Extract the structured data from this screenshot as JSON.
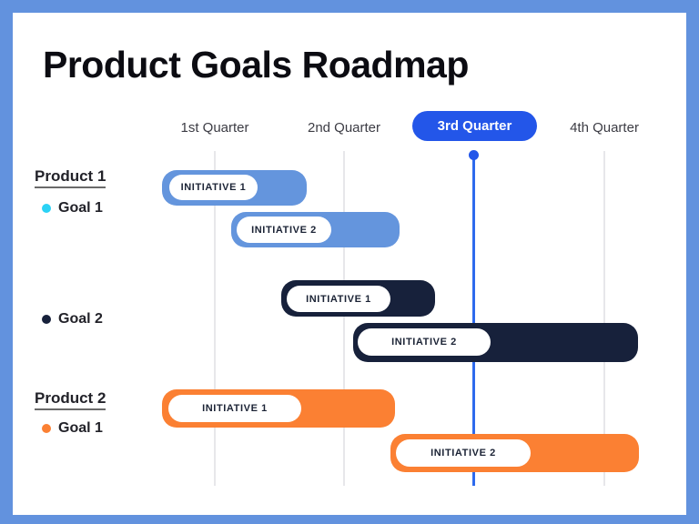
{
  "slide": {
    "title": "Product Goals Roadmap"
  },
  "colors": {
    "frame": "#6292DE",
    "active_pill": "#2356E9",
    "marker_line": "#2E6AED",
    "gridline": "#E7E7EA",
    "light_blue_bar": "#6495DD",
    "navy_bar": "#17213B",
    "orange_bar": "#FB8033",
    "cyan_dot": "#2BD2F5"
  },
  "timeline": {
    "quarter_labels": [
      "1st Quarter",
      "2nd Quarter",
      "3rd Quarter",
      "4th Quarter"
    ],
    "active_quarter": "3rd Quarter",
    "active_quarter_index": 2
  },
  "products": [
    {
      "name": "Product 1",
      "goals": [
        {
          "label": "Goal 1",
          "dot_color": "#2BD2F5"
        },
        {
          "label": "Goal 2",
          "dot_color": "#17213B"
        }
      ]
    },
    {
      "name": "Product 2",
      "goals": [
        {
          "label": "Goal 1",
          "dot_color": "#FB8033"
        }
      ]
    }
  ],
  "chart_data": {
    "type": "bar",
    "subtype": "gantt-roadmap",
    "title": "Product Goals Roadmap",
    "x_axis": {
      "unit": "quarter",
      "categories": [
        "1st Quarter",
        "2nd Quarter",
        "3rd Quarter",
        "4th Quarter"
      ],
      "range_quarters": [
        0,
        4
      ],
      "grid": true
    },
    "current_period_marker": {
      "label": "3rd Quarter",
      "position_quarters": 2.5
    },
    "legend_position": "left",
    "rows": [
      {
        "product": "Product 1",
        "goal": "Goal 1",
        "label": "INITIATIVE 1",
        "start_quarter": 0.09,
        "end_quarter": 1.21,
        "color": "#6495DD"
      },
      {
        "product": "Product 1",
        "goal": "Goal 1",
        "label": "INITIATIVE 2",
        "start_quarter": 0.63,
        "end_quarter": 1.92,
        "color": "#6495DD"
      },
      {
        "product": "Product 1",
        "goal": "Goal 2",
        "label": "INITIATIVE 1",
        "start_quarter": 1.01,
        "end_quarter": 2.2,
        "color": "#17213B"
      },
      {
        "product": "Product 1",
        "goal": "Goal 2",
        "label": "INITIATIVE 2",
        "start_quarter": 1.56,
        "end_quarter": 3.76,
        "color": "#17213B"
      },
      {
        "product": "Product 2",
        "goal": "Goal 1",
        "label": "INITIATIVE 1",
        "start_quarter": 0.09,
        "end_quarter": 1.89,
        "color": "#FB8033"
      },
      {
        "product": "Product 2",
        "goal": "Goal 1",
        "label": "INITIATIVE 2",
        "start_quarter": 1.85,
        "end_quarter": 3.77,
        "color": "#FB8033"
      }
    ]
  }
}
